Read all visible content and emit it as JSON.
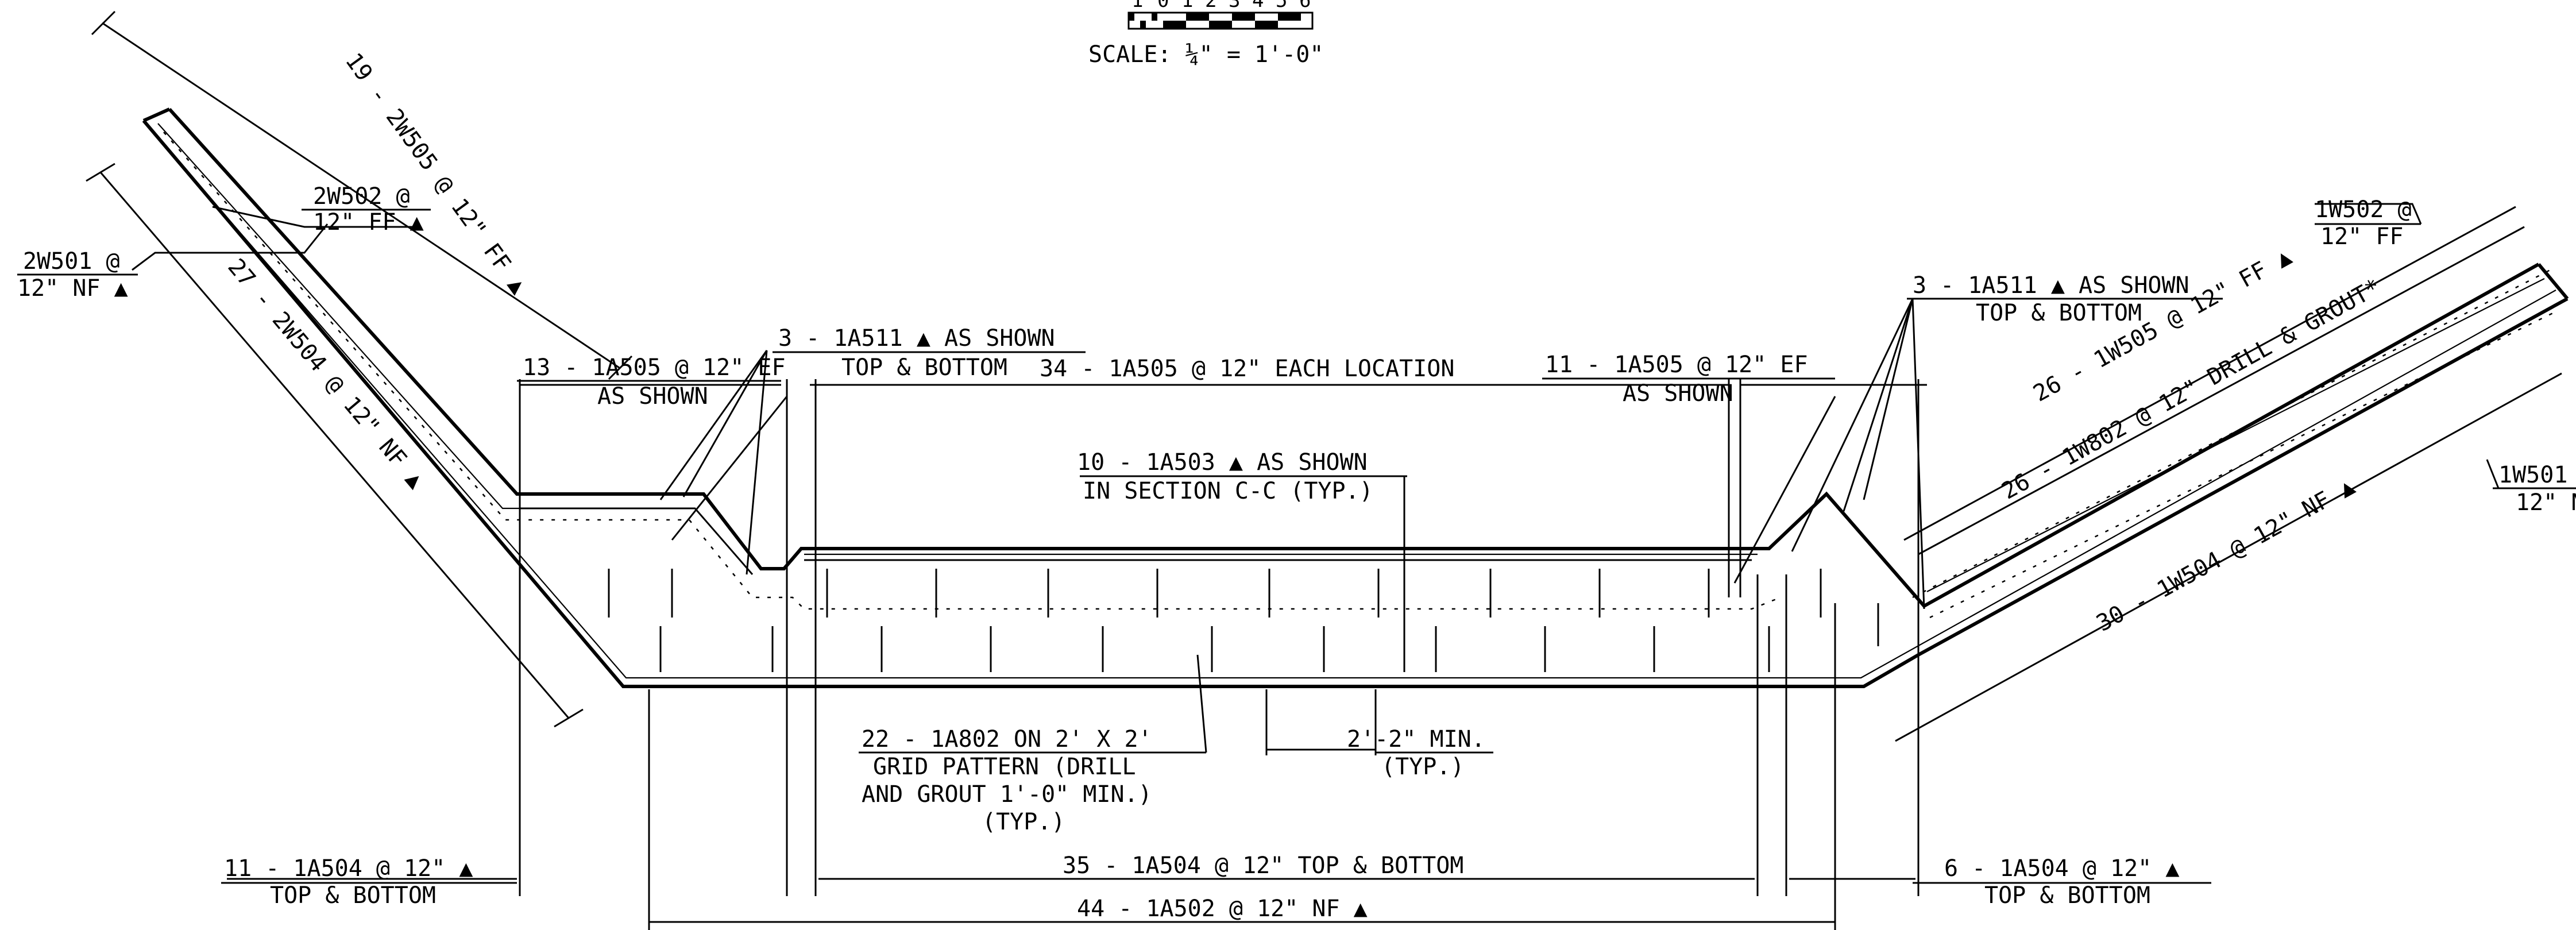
{
  "scale": {
    "ticks": [
      "1",
      "0",
      "1",
      "2",
      "3",
      "4",
      "5",
      "6"
    ],
    "label": "SCALE: ¼\" = 1'-0\""
  },
  "labels": {
    "left_wing_top": "19 - 2W505 @ 12\" FF ▲",
    "left_2w502_a": "2W502 @",
    "left_2w502_b": "12\" FF ▲",
    "left_2w501_a": "2W501 @",
    "left_2w501_b": "12\" NF ▲",
    "left_wing_bottom": "27 - 2W504 @ 12\" NF ▲",
    "left_1a511_a": "3 - 1A511 ▲ AS SHOWN",
    "left_1a511_b": "TOP & BOTTOM",
    "left_1a505_a": "13 - 1A505 @ 12\" EF",
    "left_1a505_b": "AS SHOWN",
    "center_1a505": "34 - 1A505 @ 12\" EACH LOCATION",
    "center_1a503_a": "10 - 1A503 ▲ AS SHOWN",
    "center_1a503_b": "IN SECTION C-C (TYP.)",
    "right_1a505_a": "11 - 1A505 @ 12\" EF",
    "right_1a505_b": "AS SHOWN",
    "right_1a511_a": "3 - 1A511 ▲ AS SHOWN",
    "right_1a511_b": "TOP & BOTTOM",
    "right_1w502_a": "1W502 @",
    "right_1w502_b": "12\" FF",
    "right_1w505": "26 - 1W505 @ 12\" FF ▲",
    "right_1w802": "26 - 1W802 @ 12\" DRILL & GROUT*",
    "right_1w504": "30 - 1W504 @ 12\" NF ▲",
    "right_1w501_a": "1W501",
    "right_1w501_b": "12\" N",
    "dowel_a": "22 - 1A802 ON 2' X 2'",
    "dowel_b": "GRID PATTERN (DRILL",
    "dowel_c": "AND GROUT 1'-0\" MIN.)",
    "dowel_d": "(TYP.)",
    "min_a": "2'-2\" MIN.",
    "min_b": "(TYP.)",
    "bottom_left_a": "11 - 1A504 @ 12\" ▲",
    "bottom_left_b": "TOP & BOTTOM",
    "bottom_center": "35 - 1A504 @ 12\" TOP & BOTTOM",
    "bottom_right_a": "6 - 1A504 @ 12\" ▲",
    "bottom_right_b": "TOP & BOTTOM",
    "bottom_total": "44 - 1A502 @ 12\" NF ▲"
  }
}
